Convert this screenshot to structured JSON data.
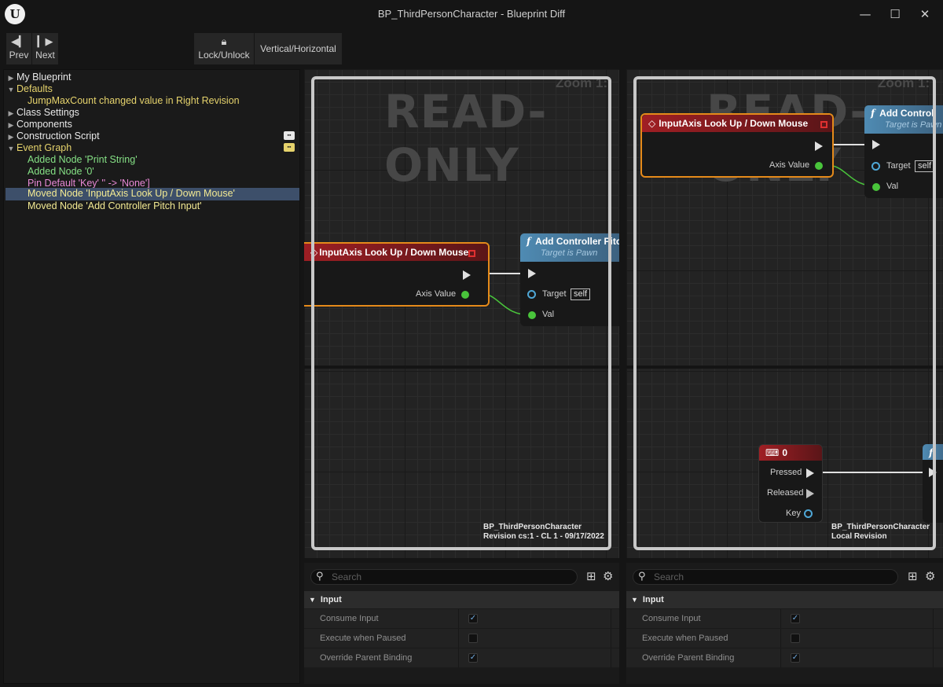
{
  "window": {
    "title": "BP_ThirdPersonCharacter - Blueprint Diff",
    "logo_glyph": "U",
    "minimize": "—",
    "maximize": "☐",
    "close": "✕"
  },
  "toolbar": {
    "prev_label": "Prev",
    "next_label": "Next",
    "lock_label": "Lock/Unlock",
    "orientation_label": "Vertical/Horizontal"
  },
  "tree": {
    "my_blueprint": "My Blueprint",
    "defaults": "Defaults",
    "defaults_change": "JumpMaxCount changed value in Right Revision",
    "class_settings": "Class Settings",
    "components": "Components",
    "construction_script": "Construction Script",
    "event_graph": "Event Graph",
    "added_print": "Added Node 'Print String'",
    "added_zero": "Added Node '0'",
    "pin_default": "Pin Default 'Key' '' -> 'None']",
    "moved_inputaxis": "Moved Node 'InputAxis Look Up / Down Mouse'",
    "moved_addcontroller": "Moved Node 'Add Controller Pitch Input'"
  },
  "left_graph": {
    "zoom": "Zoom 1:",
    "watermark": "READ-ONLY",
    "event_node": "InputAxis Look Up / Down Mouse",
    "axis_value": "Axis Value",
    "func_node": "Add Controller Pitc",
    "func_sub": "Target is Pawn",
    "target": "Target",
    "self": "self",
    "val": "Val",
    "caption_name": "BP_ThirdPersonCharacter",
    "caption_rev": "Revision cs:1 - CL 1 - 09/17/2022"
  },
  "right_graph": {
    "zoom": "Zoom 1:",
    "watermark": "READ-ONLY",
    "event_node": "InputAxis Look Up / Down Mouse",
    "axis_value": "Axis Value",
    "func_node": "Add Controll",
    "func_sub": "Target is Pawn",
    "target": "Target",
    "self": "self",
    "val": "Val",
    "key_node": "0",
    "pressed": "Pressed",
    "released": "Released",
    "key": "Key",
    "caption_name": "BP_ThirdPersonCharacter",
    "caption_rev": "Local Revision"
  },
  "details": {
    "search_placeholder": "Search",
    "category": "Input",
    "props": [
      {
        "name": "Consume Input",
        "checked": true
      },
      {
        "name": "Execute when Paused",
        "checked": false
      },
      {
        "name": "Override Parent Binding",
        "checked": true
      }
    ]
  },
  "colors": {
    "selection": "#3d4f6a",
    "node_selected_outline": "#e58a1a",
    "event_header": "#a01f24",
    "function_header": "#4f8bb3",
    "exec_wire": "#e0e0e0",
    "float_wire": "#49c43b"
  }
}
